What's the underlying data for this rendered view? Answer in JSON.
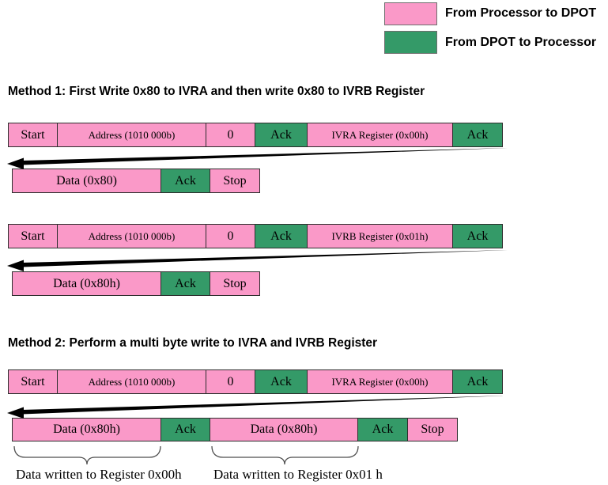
{
  "colors": {
    "pink": "#FA99C8",
    "green": "#349A68",
    "box_border": "#2e2e2e",
    "arrow": "#000000"
  },
  "legend": {
    "processor_to_dpot": "From Processor to DPOT",
    "dpot_to_processor": "From DPOT to Processor"
  },
  "m1": {
    "title": "Method 1: First Write 0x80 to IVRA and then write 0x80 to IVRB Register",
    "t1": {
      "start": "Start",
      "address": "Address (1010 000b)",
      "rw": "0",
      "ack1": "Ack",
      "reg": "IVRA Register (0x00h)",
      "ack2": "Ack",
      "data": "Data (0x80)",
      "ack3": "Ack",
      "stop": "Stop"
    },
    "t2": {
      "start": "Start",
      "address": "Address (1010 000b)",
      "rw": "0",
      "ack1": "Ack",
      "reg": "IVRB Register (0x01h)",
      "ack2": "Ack",
      "data": "Data (0x80h)",
      "ack3": "Ack",
      "stop": "Stop"
    }
  },
  "m2": {
    "title": "Method 2: Perform a multi byte write to IVRA and IVRB Register",
    "t1": {
      "start": "Start",
      "address": "Address (1010 000b)",
      "rw": "0",
      "ack1": "Ack",
      "reg": "IVRA Register (0x00h)",
      "ack2": "Ack",
      "data1": "Data (0x80h)",
      "ack3": "Ack",
      "data2": "Data (0x80h)",
      "ack4": "Ack",
      "stop": "Stop"
    }
  },
  "annotations": {
    "reg00": "Data written to Register 0x00h",
    "reg01": "Data written to Register 0x01 h"
  }
}
